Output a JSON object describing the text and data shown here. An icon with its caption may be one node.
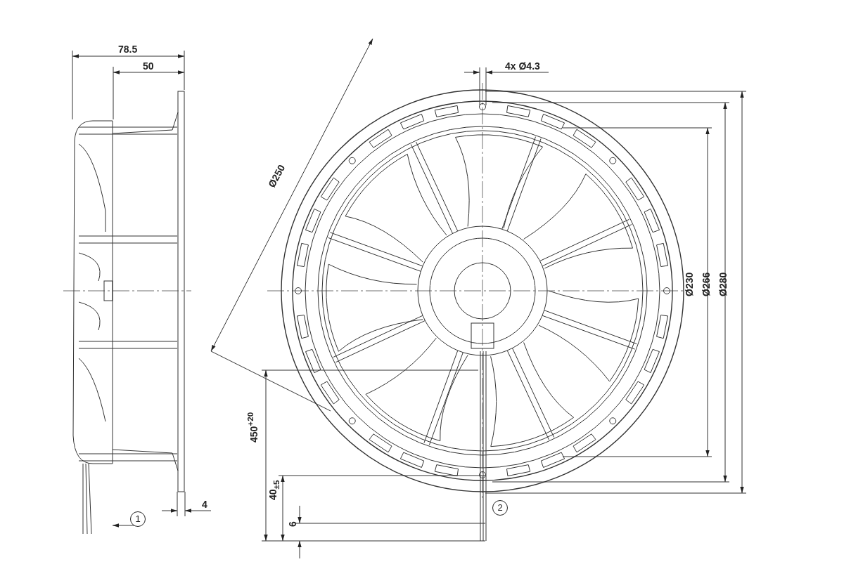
{
  "diagram": {
    "labels": [
      "78.5",
      "50",
      "4x Ø4.3",
      "Ø250",
      "Ø230",
      "Ø266",
      "Ø280",
      "450$^{+20}$",
      "40$_{±5}$",
      "4",
      "6",
      "1",
      "2"
    ]
  }
}
